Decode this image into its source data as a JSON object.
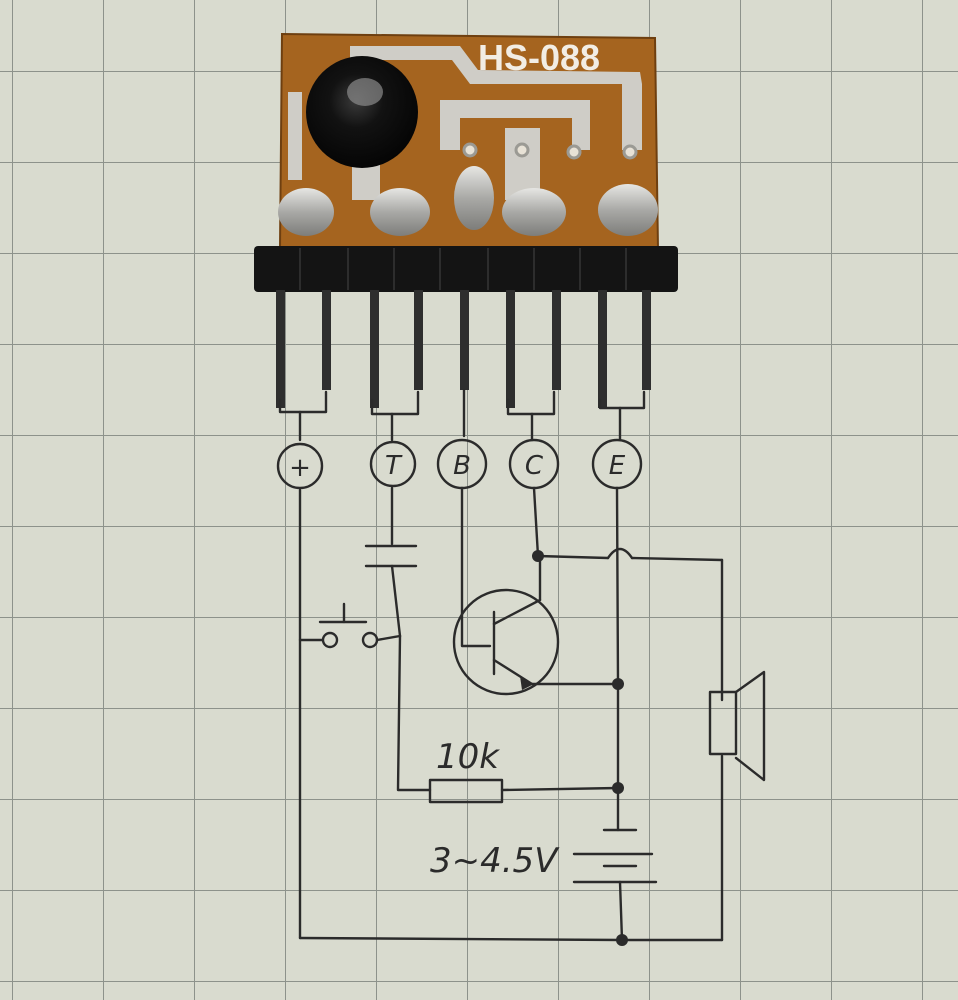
{
  "module": {
    "model_label": "HS-088"
  },
  "pins": [
    {
      "label": "+"
    },
    {
      "label": "T"
    },
    {
      "label": "B"
    },
    {
      "label": "C"
    },
    {
      "label": "E"
    }
  ],
  "schematic": {
    "resistor_label": "10k",
    "voltage_label": "3~4.5V"
  },
  "colors": {
    "paper": "#d9dbcf",
    "grid": "#8a8f88",
    "pcb": "#a5641f",
    "copper_tin": "#c8c7c2",
    "ink": "#2b2b2b"
  }
}
